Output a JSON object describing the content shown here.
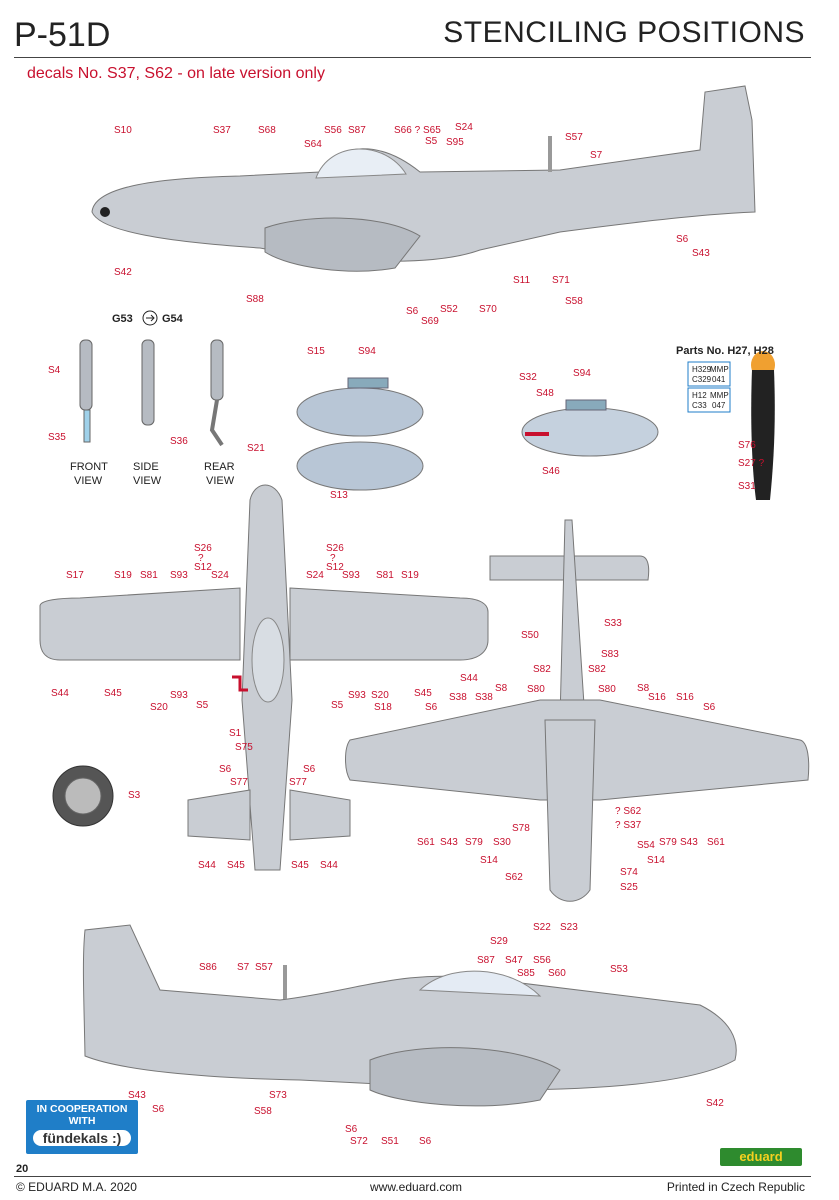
{
  "header": {
    "model": "P-51D",
    "title": "STENCILING POSITIONS"
  },
  "subtitle": "decals No. S37, S62 - on late version only",
  "top_view_labels": [
    "S10",
    "S37",
    "S68",
    "S64",
    "S56",
    "S87",
    "S66 ?",
    "S65",
    "S5",
    "S95",
    "S24",
    "S57",
    "S7",
    "S42",
    "S88",
    "S6",
    "S69",
    "S52",
    "S70",
    "S11",
    "S71",
    "S58",
    "S6",
    "S43"
  ],
  "gear_header": {
    "left": "G53",
    "right": "G54"
  },
  "gear_labels": [
    "S4",
    "S35",
    "S36",
    "S21"
  ],
  "gear_views": {
    "front_1": "FRONT",
    "front_2": "VIEW",
    "side_1": "SIDE",
    "side_2": "VIEW",
    "rear_1": "REAR",
    "rear_2": "VIEW"
  },
  "tank_labels": [
    "S15",
    "S94",
    "S13",
    "S32",
    "S48",
    "S94",
    "S46"
  ],
  "propeller": {
    "title": "Parts No. H27, H28",
    "box1": [
      "H329",
      "MMP",
      "C329",
      "041"
    ],
    "box2": [
      "H12",
      "MMP",
      "C33",
      "047"
    ],
    "labels": [
      "S76",
      "S27 ?",
      "S31"
    ]
  },
  "upper_wing_labels": [
    "S26",
    "?",
    "S12",
    "S17",
    "S19",
    "S81",
    "S93",
    "S24",
    "S26",
    "?",
    "S12",
    "S24",
    "S93",
    "S81",
    "S19",
    "S44",
    "S45",
    "S20",
    "S93",
    "S5",
    "S1",
    "S75",
    "S5",
    "S93",
    "S20",
    "S45",
    "S44",
    "S3",
    "S6",
    "S77",
    "S6",
    "S77",
    "S44",
    "S45",
    "S45",
    "S44"
  ],
  "lower_wing_labels": [
    "S33",
    "S50",
    "S83",
    "S82",
    "S82",
    "S8",
    "S80",
    "S80",
    "S8",
    "S16",
    "S38",
    "S16",
    "S38",
    "S6",
    "S6",
    "S18",
    "? S62",
    "? S37",
    "S78",
    "S61",
    "S43",
    "S79",
    "S30",
    "S54",
    "S79",
    "S43",
    "S61",
    "S14",
    "S14",
    "S74",
    "S62",
    "S25",
    "S22",
    "S23"
  ],
  "side_view_labels": [
    "S29",
    "S87",
    "S47",
    "S56",
    "S85",
    "S60",
    "S86",
    "S7",
    "S57",
    "S53",
    "S43",
    "S6",
    "S73",
    "S58",
    "S6",
    "S72",
    "S51",
    "S6",
    "S42"
  ],
  "cooperation": {
    "line1": "IN COOPERATION",
    "line2": "WITH",
    "brand": "fündekals :)"
  },
  "brand": "eduard",
  "footer": {
    "page": "20",
    "copyright": "© EDUARD M.A. 2020",
    "url": "www.eduard.com",
    "printed": "Printed in Czech Republic"
  },
  "colors": {
    "accent_red": "#c8102e",
    "aircraft": "#c9cdd3",
    "propeller_box": "#1f7ec8"
  }
}
